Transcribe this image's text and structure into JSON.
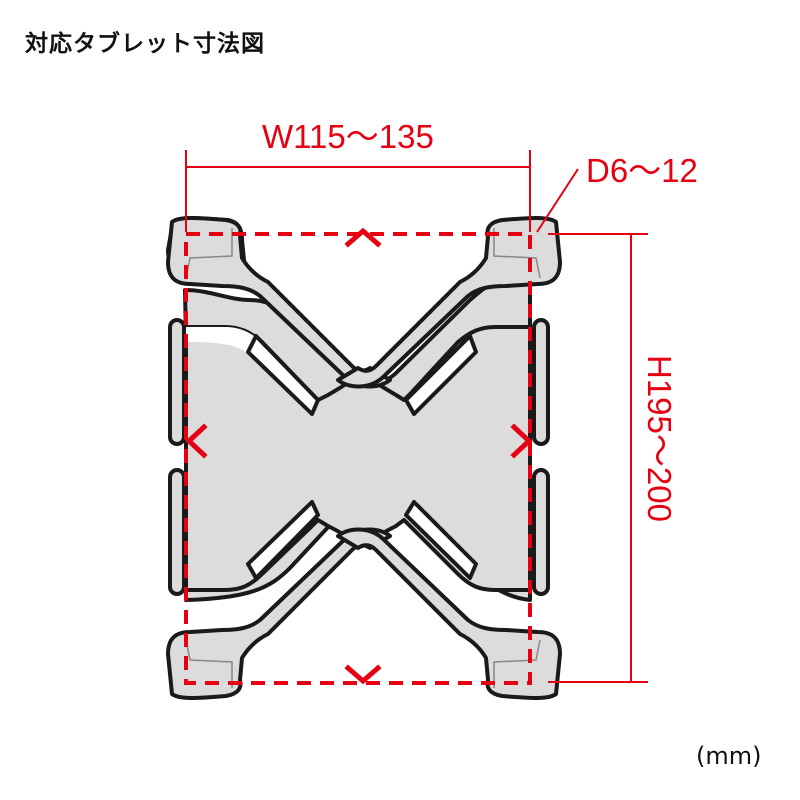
{
  "title": "対応タブレット寸法図",
  "unit_label": "(mm)",
  "dimensions": {
    "width": "W115〜135",
    "depth": "D6〜12",
    "height": "H195〜200"
  },
  "colors": {
    "dimension_red": "#e60012",
    "holder_fill": "#dcdcdc",
    "holder_outline": "#1a1a1a",
    "background": "#ffffff"
  },
  "icons": [
    "up-arrow-marker",
    "down-arrow-marker",
    "left-arrow-marker",
    "right-arrow-marker"
  ]
}
